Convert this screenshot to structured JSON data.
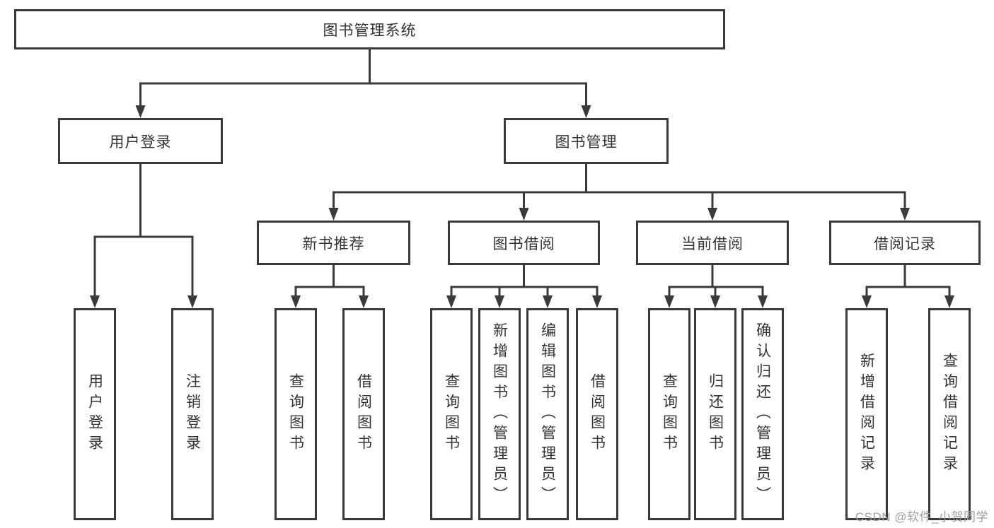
{
  "tree": {
    "root": {
      "label": "图书管理系统"
    },
    "branches": [
      {
        "label": "用户登录",
        "children": [
          "用户登录",
          "注销登录"
        ]
      },
      {
        "label": "图书管理",
        "groups": [
          {
            "label": "新书推荐",
            "children": [
              "查询图书",
              "借阅图书"
            ]
          },
          {
            "label": "图书借阅",
            "children": [
              "查询图书",
              "新增图书（管理员）",
              "编辑图书（管理员）",
              "借阅图书"
            ]
          },
          {
            "label": "当前借阅",
            "children": [
              "查询图书",
              "归还图书",
              "确认归还（管理员）"
            ]
          },
          {
            "label": "借阅记录",
            "children": [
              "新增借阅记录",
              "查询借阅记录"
            ]
          }
        ]
      }
    ]
  },
  "watermark": "CSDN @软件_小贺同学",
  "colors": {
    "line": "#3a3a3a",
    "text": "#333333",
    "watermark": "#9f9f9f",
    "background": "#ffffff"
  }
}
